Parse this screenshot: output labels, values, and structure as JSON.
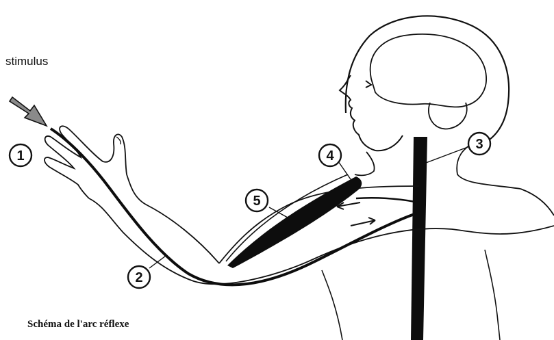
{
  "stimulus_label": "stimulus",
  "caption": "Schéma de l'arc réflexe",
  "markers": [
    "1",
    "2",
    "3",
    "4",
    "5"
  ],
  "colors": {
    "ink": "#111111",
    "nerve": "#0d0d0d",
    "background": "#ffffff",
    "arrow_fill": "#8a8a8a"
  },
  "icons": {
    "stimulus_arrow": "arrow-down-right-icon",
    "flow_arrows": "arrow-icon"
  }
}
